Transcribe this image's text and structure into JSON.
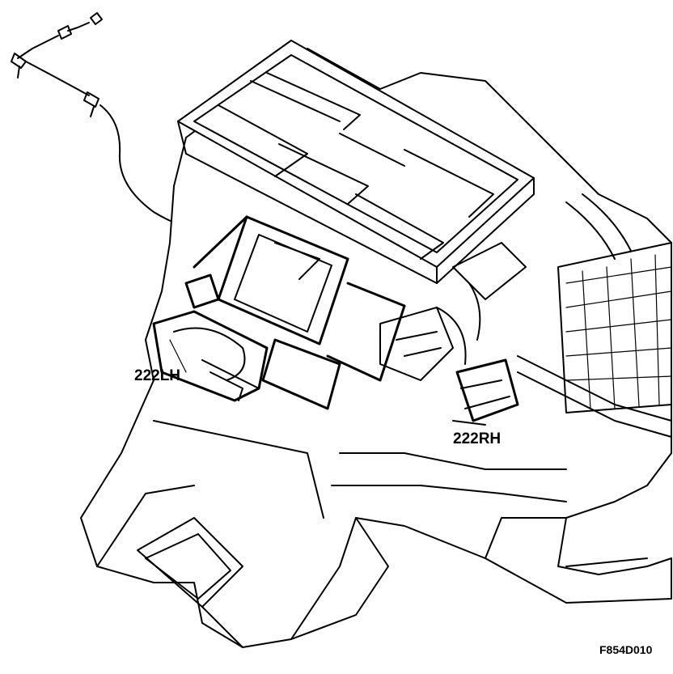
{
  "labels": {
    "left_actuator": "222LH",
    "right_actuator": "222RH",
    "figure_ref": "F854D010"
  }
}
